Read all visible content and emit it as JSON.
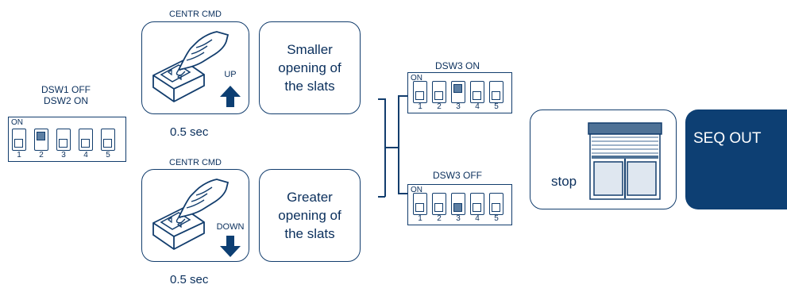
{
  "left_dip": {
    "label_line1": "DSW1 OFF",
    "label_line2": "DSW2 ON",
    "on_label": "ON",
    "numbers": [
      "1",
      "2",
      "3",
      "4",
      "5"
    ],
    "states": [
      "off",
      "on",
      "off",
      "off",
      "off"
    ]
  },
  "top_cmd": {
    "caption": "CENTR CMD",
    "direction_label": "UP",
    "time": "0.5 sec",
    "description": "Smaller opening of the slats",
    "arrow_icon": "arrow-up-icon"
  },
  "bottom_cmd": {
    "caption": "CENTR CMD",
    "direction_label": "DOWN",
    "time": "0.5 sec",
    "description": "Greater opening of the slats",
    "arrow_icon": "arrow-down-icon"
  },
  "dsw3_on": {
    "label": "DSW3 ON",
    "on_label": "ON",
    "numbers": [
      "1",
      "2",
      "3",
      "4",
      "5"
    ],
    "states": [
      "off",
      "off",
      "on",
      "off",
      "off"
    ]
  },
  "dsw3_off": {
    "label": "DSW3 OFF",
    "on_label": "ON",
    "numbers": [
      "1",
      "2",
      "3",
      "4",
      "5"
    ],
    "states": [
      "off",
      "off",
      "off",
      "off",
      "off"
    ]
  },
  "result": {
    "stop_label": "stop",
    "seq_out_label": "SEQ OUT"
  },
  "colors": {
    "line": "#123d6d",
    "text": "#0a2f5c",
    "switch_fill": "#5d7fa3",
    "seq_out_bg": "#0d3f73"
  }
}
